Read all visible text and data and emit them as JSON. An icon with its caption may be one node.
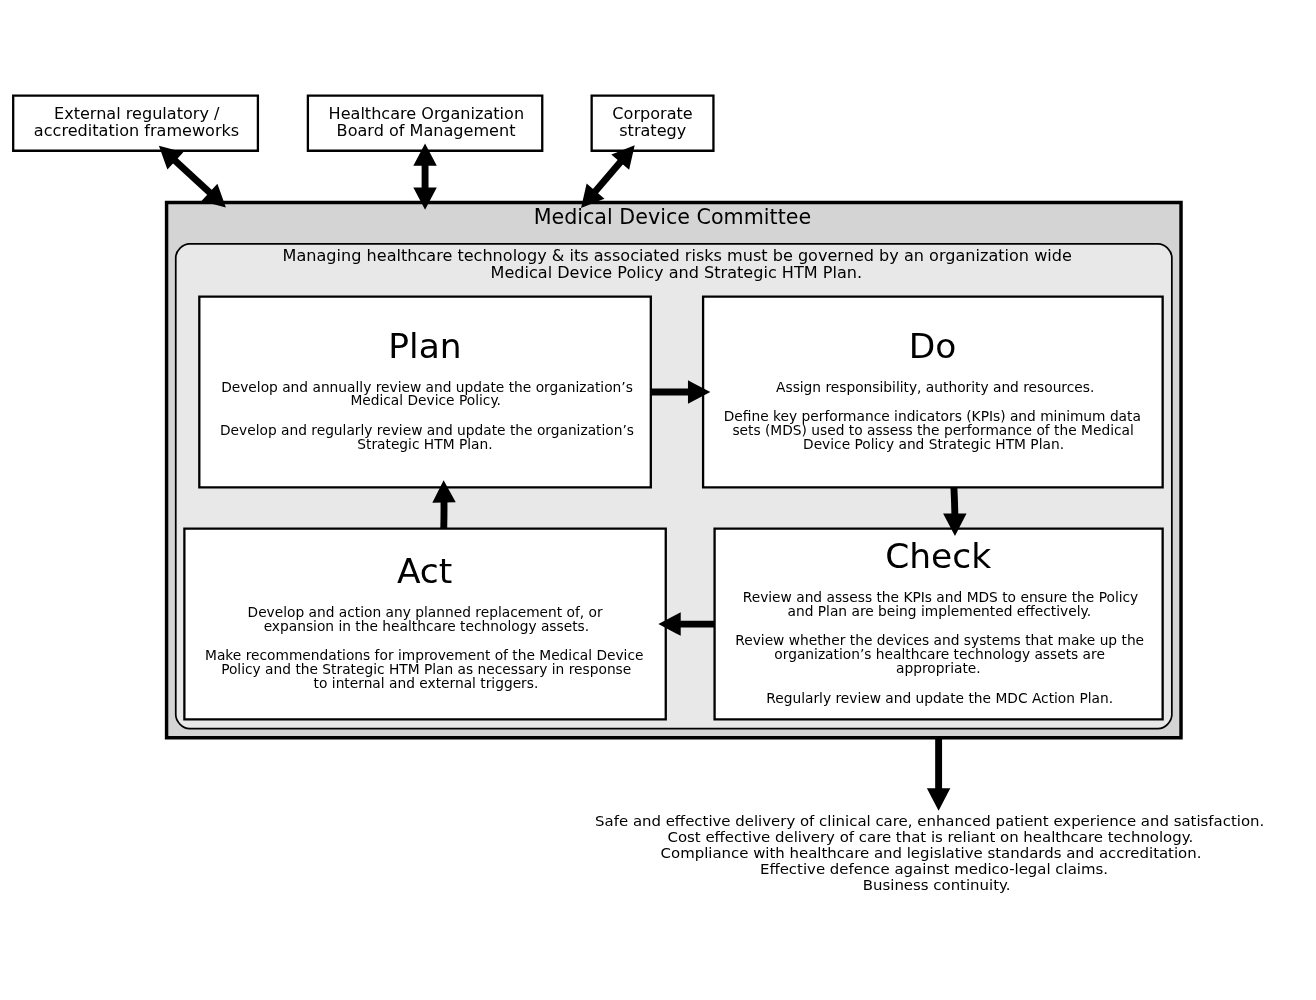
{
  "diagram": {
    "nodes": [
      {
        "text": [
          "External regulatory / accreditation frameworks"
        ]
      },
      {
        "text": [
          "Healthcare Organization Board of Management"
        ]
      },
      {
        "text": [
          "Corporate strategy"
        ]
      },
      {
        "text": [
          "Medical Device Committee"
        ]
      },
      {
        "text": [
          "Managing healthcare technology & its associated risks must be governed by an organization wide Medical Device Policy and Strategic HTM Plan."
        ],
        "in": 3
      },
      {
        "text": [
          "Plan",
          "Develop and annually review and update the organization’s Medical Device Policy.",
          "Develop and regularly review and update the organization’s Strategic HTM Plan."
        ],
        "in": 4
      },
      {
        "text": [
          "Do",
          "Assign responsibility, authority and resources.",
          "Define key performance indicators (KPIs) and minimum data sets (MDS) used to assess the performance of the Medical Device Policy and Strategic HTM Plan."
        ],
        "in": 4
      },
      {
        "text": [
          "Act",
          "Develop and action any planned replacement of, or expansion in the healthcare technology assets.",
          "Make recommendations for improvement of the Medical Device Policy and the Strategic HTM Plan as necessary in response to internal and external triggers."
        ],
        "in": 4
      },
      {
        "text": [
          "Check",
          "Review and assess the KPIs and MDS to ensure the Policy and Plan are being implemented effectively.",
          "Review whether the devices and systems that make up the organization’s healthcare technology assets are appropriate.",
          "Regularly review and update the MDC Action Plan."
        ],
        "in": 4
      },
      {
        "text": [
          "Safe and effective delivery of clinical care, enhanced patient experience and satisfaction.",
          "Cost effective delivery of care that is reliant on healthcare technology.",
          "Compliance with healthcare and legislative standards and accreditation.",
          "Effective defence against medico-legal claims.",
          "Business continuity."
        ]
      }
    ],
    "edges": [
      {
        "from": 0,
        "to": 3,
        "arrow": "both"
      },
      {
        "from": 1,
        "to": 3,
        "arrow": "both"
      },
      {
        "from": 2,
        "to": 3,
        "arrow": "both"
      },
      {
        "from": 5,
        "to": 6,
        "arrow": "to"
      },
      {
        "from": 6,
        "to": 8,
        "arrow": "to"
      },
      {
        "from": 8,
        "to": 7,
        "arrow": "to"
      },
      {
        "from": 7,
        "to": 5,
        "arrow": "to"
      },
      {
        "from": 3,
        "to": 9,
        "arrow": "to"
      }
    ]
  }
}
